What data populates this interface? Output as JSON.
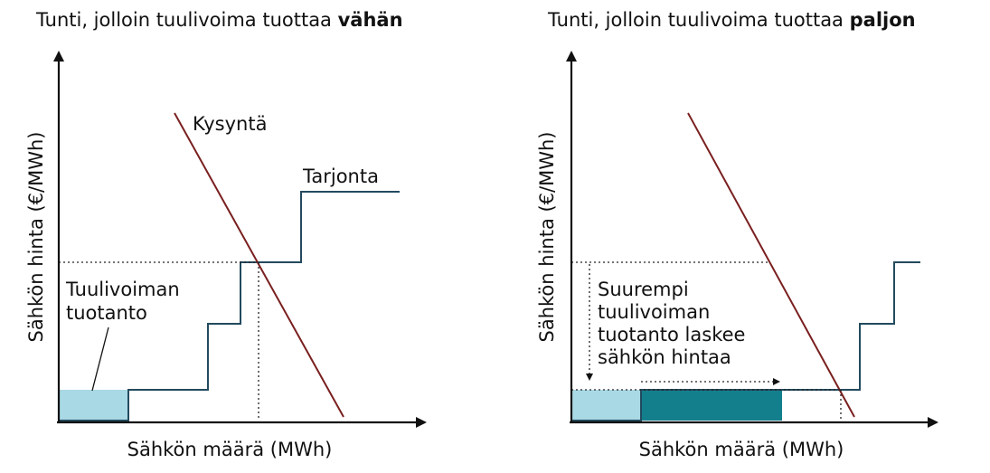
{
  "panels": [
    {
      "title": "Tunti, jolloin tuulivoima tuottaa ",
      "title_emphasis": "vähän",
      "y_axis_label": "Sähkön hinta (€/MWh)",
      "x_axis_label": "Sähkön määrä (MWh)",
      "demand_label": "Kysyntä",
      "supply_label": "Tarjonta",
      "wind_label_line1": "Tuulivoiman",
      "wind_label_line2": "tuotanto"
    },
    {
      "title": "Tunti, jolloin tuulivoima tuottaa ",
      "title_emphasis": "paljon",
      "y_axis_label": "Sähkön hinta (€/MWh)",
      "x_axis_label": "Sähkön määrä (MWh)",
      "note_lines": [
        "Suurempi",
        "tuulivoiman",
        "tuotanto laskee",
        "sähkön hintaa"
      ]
    }
  ],
  "colors": {
    "axis": "#111111",
    "supply": "#234a5e",
    "demand": "#7a1f1f",
    "wind_light": "#a9d9e5",
    "wind_dark": "#137f8c",
    "dotted": "#222222"
  }
}
